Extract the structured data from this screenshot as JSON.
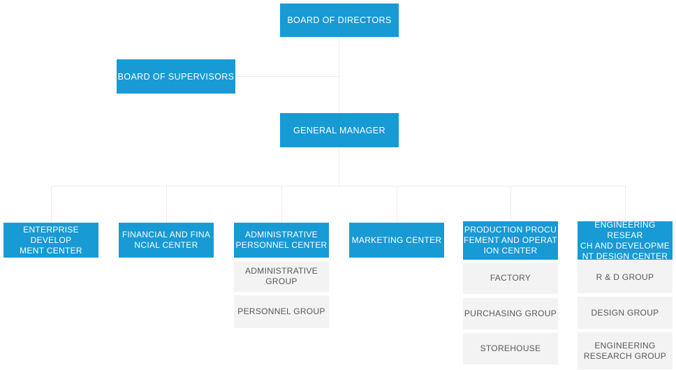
{
  "colors": {
    "node_blue": "#189ad5",
    "node_text_light": "#ffffff",
    "child_bg": "#f3f3f3",
    "child_text": "#595959",
    "connector": "#ededed",
    "page_bg": "#ffffff"
  },
  "org": {
    "board_of_directors": {
      "label": "BOARD OF DIRECTORS"
    },
    "board_of_supervisors": {
      "label": "BOARD OF SUPERVISORS"
    },
    "general_manager": {
      "label": "GENERAL MANAGER"
    },
    "departments": [
      {
        "label": "ENTERPRISE DEVELOP\nMENT CENTER",
        "children": []
      },
      {
        "label": "FINANCIAL AND FINA\nNCIAL CENTER",
        "children": []
      },
      {
        "label": "ADMINISTRATIVE\nPERSONNEL CENTER",
        "children": [
          {
            "label": "ADMINISTRATIVE\nGROUP"
          },
          {
            "label": "PERSONNEL GROUP"
          }
        ]
      },
      {
        "label": "MARKETING CENTER",
        "children": []
      },
      {
        "label": "PRODUCTION PROCU\nFEMENT AND OPERAT\nION CENTER",
        "children": [
          {
            "label": "FACTORY"
          },
          {
            "label": "PURCHASING GROUP"
          },
          {
            "label": "STOREHOUSE"
          }
        ]
      },
      {
        "label": "ENGINEERING RESEAR\nCH AND DEVELOPME\nNT DESIGN CENTER",
        "children": [
          {
            "label": "R & D GROUP"
          },
          {
            "label": "DESIGN GROUP"
          },
          {
            "label": "ENGINEERING\nRESEARCH GROUP"
          }
        ]
      }
    ]
  }
}
